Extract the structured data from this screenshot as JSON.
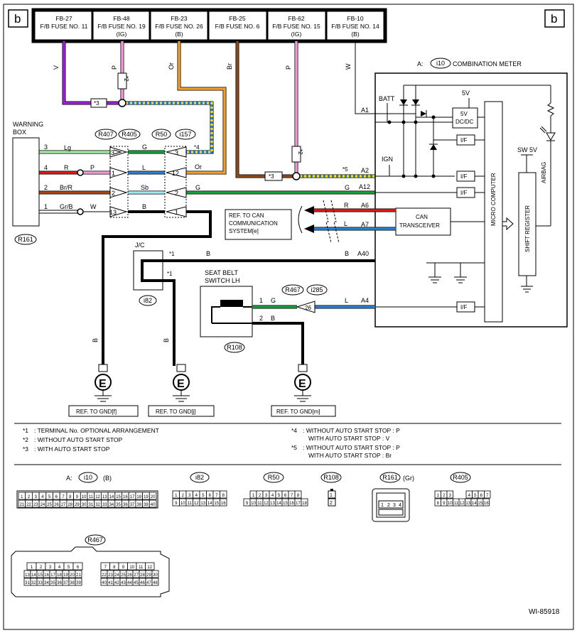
{
  "page_letter": "b",
  "figure_id": "WI-85918",
  "fuses": [
    {
      "code": "FB-27",
      "name": "F/B FUSE NO. 11",
      "sub": ""
    },
    {
      "code": "FB-48",
      "name": "F/B FUSE NO. 19",
      "sub": "(IG)"
    },
    {
      "code": "FB-23",
      "name": "F/B FUSE NO. 26",
      "sub": "(B)"
    },
    {
      "code": "FB-25",
      "name": "F/B FUSE NO. 6",
      "sub": ""
    },
    {
      "code": "FB-62",
      "name": "F/B FUSE NO. 15",
      "sub": "(IG)"
    },
    {
      "code": "FB-10",
      "name": "F/B FUSE NO. 14",
      "sub": "(B)"
    }
  ],
  "wire_colors": {
    "V": "V",
    "P": "P",
    "Or": "Or",
    "Br": "Br",
    "W": "W",
    "Lg": "Lg",
    "R": "R",
    "BrR": "Br/R",
    "GrB": "Gr/B",
    "G": "G",
    "L": "L",
    "Sb": "Sb",
    "B": "B"
  },
  "stars": {
    "s1": "*1",
    "s2": "*2",
    "s3": "*3",
    "s4": "*4",
    "s5": "*5"
  },
  "meter": {
    "title_prefix": "A:",
    "connector": "i10",
    "title": "COMBINATION METER",
    "batt": "BATT",
    "ign": "IGN",
    "v5": "5V",
    "dcdc_line1": "5V",
    "dcdc_line2": "DC/DC",
    "if_label": "I/F",
    "micro": "MICRO COMPUTER",
    "shift": "SHIFT REGISTER",
    "sw5v": "SW 5V",
    "airbag": "AIRBAG",
    "can_line1": "CAN",
    "can_line2": "TRANSCEIVER",
    "pins": {
      "A1": "A1",
      "A2": "A2",
      "A12": "A12",
      "A6": "A6",
      "A7": "A7",
      "A40": "A40",
      "A4": "A4"
    }
  },
  "warning_box": {
    "line1": "WARNING",
    "line2": "BOX",
    "connector": "R161",
    "pins": [
      "3",
      "4",
      "2",
      "1"
    ]
  },
  "connectors": {
    "R407": "R407",
    "R405": "R405",
    "R50": "R50",
    "i157": "i157",
    "R467": "R467",
    "i285": "i285",
    "i82": "i82",
    "R108": "R108"
  },
  "mid_pins": {
    "c3a": "3",
    "c3b": "3",
    "c1a": "1",
    "c12": "12",
    "c2a": "2",
    "c2b": "2",
    "c13": "13",
    "c1b": "1",
    "c26": "26",
    "sb1": "1",
    "sb2": "2"
  },
  "jc_label": "J/C",
  "seat_belt": {
    "line1": "SEAT BELT",
    "line2": "SWITCH LH"
  },
  "ref_can": {
    "line1": "REF. TO CAN",
    "line2": "COMMUNICATION",
    "line3": "SYSTEM[e]"
  },
  "ground_symbol": "E",
  "gnd_refs": [
    "REF. TO GND[f]",
    "REF. TO GND[j]",
    "REF. TO GND[m]"
  ],
  "notes_left": [
    {
      "mark": "*1",
      "text": ": TERMINAL No. OPTIONAL ARRANGEMENT"
    },
    {
      "mark": "*2",
      "text": ": WITHOUT AUTO START STOP"
    },
    {
      "mark": "*3",
      "text": ": WITH AUTO START STOP"
    }
  ],
  "notes_right": [
    {
      "mark": "*4",
      "line1": ": WITHOUT AUTO START STOP   : P",
      "line2": "WITH AUTO START STOP   : V"
    },
    {
      "mark": "*5",
      "line1": ": WITHOUT AUTO START STOP   : P",
      "line2": "WITH AUTO START STOP   : Br"
    }
  ],
  "conn_diagrams": {
    "i10_prefix": "A:",
    "i10": "i10",
    "i10_suffix": "(B)",
    "i82": "i82",
    "R50": "R50",
    "R108": "R108",
    "R161": "R161",
    "R161_suffix": "(Gr)",
    "R405": "R405",
    "R467": "R467"
  }
}
